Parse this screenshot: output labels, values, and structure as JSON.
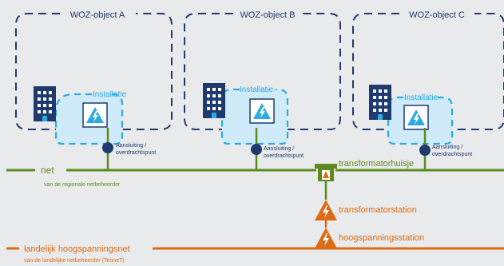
{
  "objects": [
    {
      "title": "WOZ-object A",
      "installation": "Installatie",
      "connection_line1": "Aansluiting /",
      "connection_line2": "overdrachtspunt"
    },
    {
      "title": "WOZ-object B",
      "installation": "Installatie",
      "connection_line1": "Aansluiting /",
      "connection_line2": "overdrachtspunt"
    },
    {
      "title": "WOZ-object C",
      "installation": "Installatie",
      "connection_line1": "Aansluiting /",
      "connection_line2": "overdrachtspunt"
    }
  ],
  "net": {
    "label": "net",
    "sublabel": "van de regionale netbeheerder"
  },
  "transformatorhuisje": {
    "label": "transformatorhuisje"
  },
  "transformatorstation": {
    "label": "transformatorstation"
  },
  "hoogspanningsstation": {
    "label": "hoogspanningsstation"
  },
  "landelijk": {
    "label": "landelijk hoogspanningsnet",
    "sublabel": "van de landelijke netbeheerder (TenneT)"
  },
  "colors": {
    "background": "#e9eaec",
    "navy": "#1f3a6e",
    "cyan": "#29abe2",
    "cyan_light": "#cfeaf8",
    "green": "#5c8a1e",
    "orange": "#dd6b13"
  }
}
